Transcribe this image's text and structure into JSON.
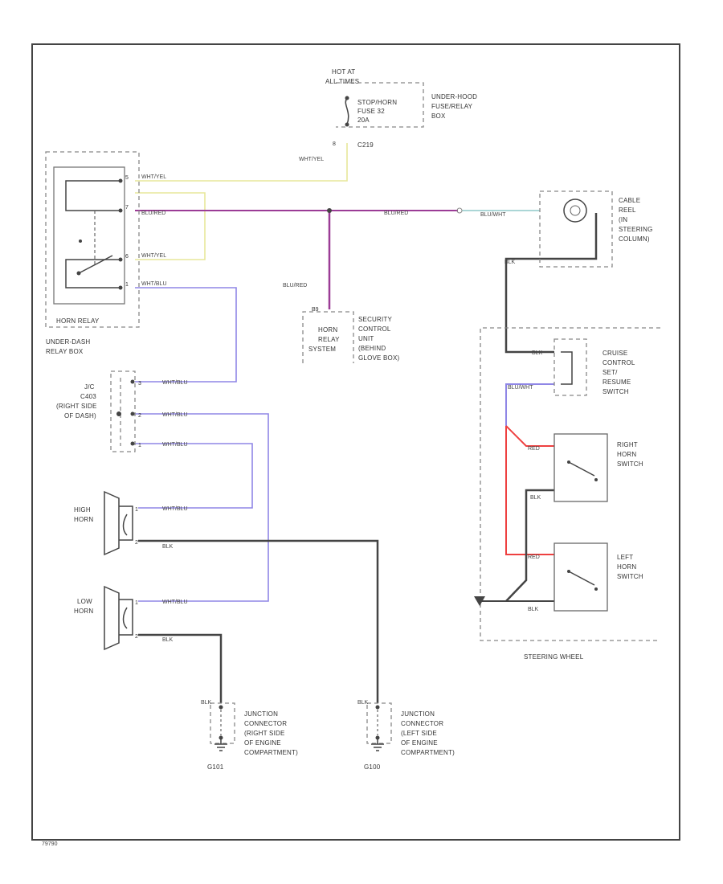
{
  "colors": {
    "yellow_wire": "#e7e79a",
    "purple_wire": "#9b3c96",
    "blue_violet_wire": "#8f86e6",
    "red_wire": "#ee4040",
    "black_wire": "#444444",
    "teal_wire": "#8fc8c8",
    "frame": "#444444"
  },
  "fuse_box": {
    "power": [
      "HOT AT",
      "ALL TIMES"
    ],
    "fuse": [
      "STOP/HORN",
      "FUSE 32",
      "20A"
    ],
    "box": [
      "UNDER-HOOD",
      "FUSE/RELAY",
      "BOX"
    ],
    "connector": "C219",
    "pin": "8",
    "wire": "WHT/YEL"
  },
  "horn_relay": {
    "label": "HORN RELAY",
    "location": [
      "UNDER-DASH",
      "RELAY BOX"
    ],
    "pins": [
      "5",
      "7",
      "6",
      "1"
    ],
    "wires": [
      "WHT/YEL",
      "BLU/RED",
      "WHT/YEL",
      "WHT/BLU"
    ]
  },
  "main_bus": {
    "wire": "BLU/RED",
    "wire_right": "BLU/RED",
    "wire_down": "BLU/RED",
    "wire_teal": "BLU/WHT"
  },
  "security": {
    "pin": "B9",
    "left": [
      "HORN",
      "RELAY",
      "SYSTEM"
    ],
    "right": [
      "SECURITY",
      "CONTROL",
      "UNIT",
      "(BEHIND",
      "GLOVE BOX)"
    ]
  },
  "cable_reel": [
    "CABLE",
    "REEL",
    "(IN",
    "STEERING",
    "COLUMN)"
  ],
  "jc": {
    "label": [
      "J/C",
      "C403",
      "(RIGHT SIDE",
      "OF DASH)"
    ],
    "pins": [
      "3",
      "2",
      "1"
    ],
    "wires": [
      "WHT/BLU",
      "WHT/BLU",
      "WHT/BLU"
    ]
  },
  "high_horn": {
    "label": [
      "HIGH",
      "HORN"
    ],
    "pins": [
      "1",
      "2"
    ],
    "wires": [
      "WHT/BLU",
      "BLK"
    ]
  },
  "low_horn": {
    "label": [
      "LOW",
      "HORN"
    ],
    "pins": [
      "1",
      "2"
    ],
    "wires": [
      "WHT/BLU",
      "BLK"
    ]
  },
  "ground_right": {
    "wire": "BLK",
    "label": [
      "JUNCTION",
      "CONNECTOR",
      "(RIGHT SIDE",
      "OF ENGINE",
      "COMPARTMENT)"
    ],
    "code": "G101"
  },
  "ground_left": {
    "wire": "BLK",
    "label": [
      "JUNCTION",
      "CONNECTOR",
      "(LEFT SIDE",
      "OF ENGINE",
      "COMPARTMENT)"
    ],
    "code": "G100"
  },
  "steering_wheel": {
    "label": "STEERING WHEEL",
    "wire_blk_top": "BLK",
    "cruise_label": [
      "CRUISE",
      "CONTROL",
      "SET/",
      "RESUME",
      "SWITCH"
    ],
    "cruise_wires": [
      "BLK",
      "BLU/WHT"
    ],
    "right_label": [
      "RIGHT",
      "HORN",
      "SWITCH"
    ],
    "left_label": [
      "LEFT",
      "HORN",
      "SWITCH"
    ],
    "red_wire_1": "RED",
    "red_wire_2": "RED",
    "blk_wire_1": "BLK",
    "blk_wire_2": "BLK"
  },
  "footer_code": "79790"
}
